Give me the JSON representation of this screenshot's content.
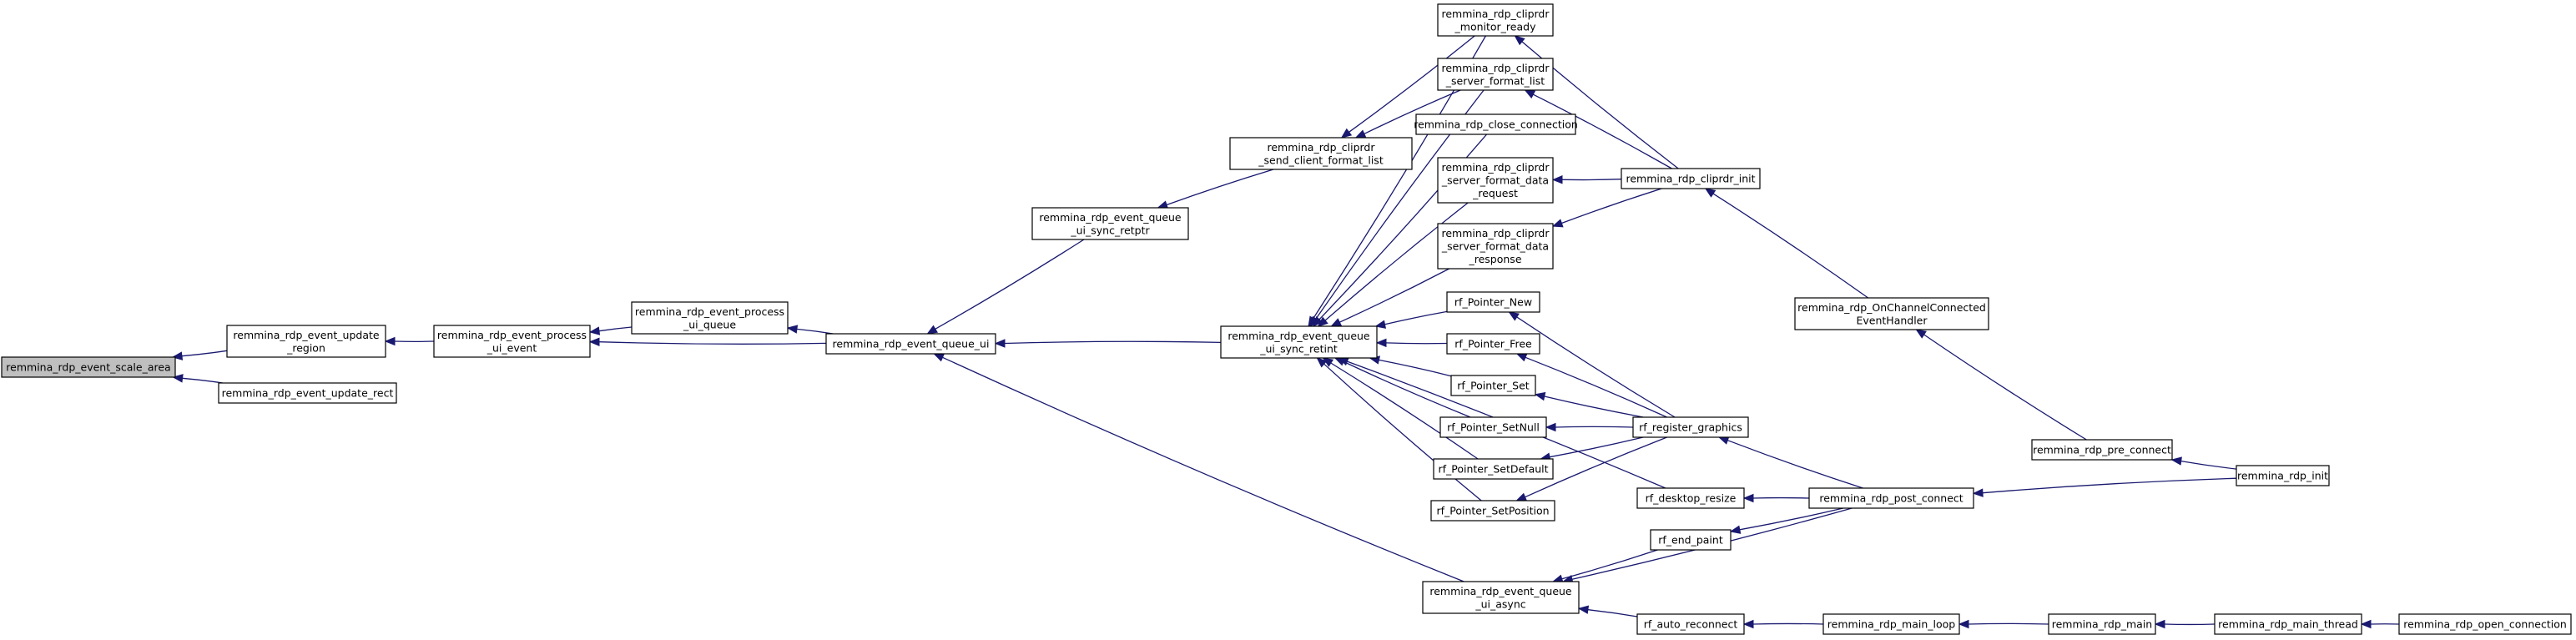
{
  "graph": {
    "colors": {
      "edge": "#191970",
      "node_border": "#000000",
      "node_fill": "#ffffff",
      "root_fill": "#bfbfbf"
    },
    "nodes": {
      "scale_area": {
        "lines": [
          "remmina_rdp_event_scale_area"
        ]
      },
      "update_region": {
        "lines": [
          "remmina_rdp_event_update",
          "_region"
        ]
      },
      "update_rect": {
        "lines": [
          "remmina_rdp_event_update_rect"
        ]
      },
      "process_ui_event": {
        "lines": [
          "remmina_rdp_event_process",
          "_ui_event"
        ]
      },
      "process_ui_queue": {
        "lines": [
          "remmina_rdp_event_process",
          "_ui_queue"
        ]
      },
      "queue_ui": {
        "lines": [
          "remmina_rdp_event_queue_ui"
        ]
      },
      "sync_retptr": {
        "lines": [
          "remmina_rdp_event_queue",
          "_ui_sync_retptr"
        ]
      },
      "send_client_format_list": {
        "lines": [
          "remmina_rdp_cliprdr",
          "_send_client_format_list"
        ]
      },
      "sync_retint": {
        "lines": [
          "remmina_rdp_event_queue",
          "_ui_sync_retint"
        ]
      },
      "queue_ui_async": {
        "lines": [
          "remmina_rdp_event_queue",
          "_ui_async"
        ]
      },
      "monitor_ready": {
        "lines": [
          "remmina_rdp_cliprdr",
          "_monitor_ready"
        ]
      },
      "server_format_list": {
        "lines": [
          "remmina_rdp_cliprdr",
          "_server_format_list"
        ]
      },
      "close_connection": {
        "lines": [
          "remmina_rdp_close_connection"
        ]
      },
      "server_format_data_request": {
        "lines": [
          "remmina_rdp_cliprdr",
          "_server_format_data",
          "_request"
        ]
      },
      "server_format_data_response": {
        "lines": [
          "remmina_rdp_cliprdr",
          "_server_format_data",
          "_response"
        ]
      },
      "pointer_new": {
        "lines": [
          "rf_Pointer_New"
        ]
      },
      "pointer_free": {
        "lines": [
          "rf_Pointer_Free"
        ]
      },
      "pointer_set": {
        "lines": [
          "rf_Pointer_Set"
        ]
      },
      "pointer_setnull": {
        "lines": [
          "rf_Pointer_SetNull"
        ]
      },
      "pointer_setdefault": {
        "lines": [
          "rf_Pointer_SetDefault"
        ]
      },
      "pointer_setposition": {
        "lines": [
          "rf_Pointer_SetPosition"
        ]
      },
      "cliprdr_init": {
        "lines": [
          "remmina_rdp_cliprdr_init"
        ]
      },
      "register_graphics": {
        "lines": [
          "rf_register_graphics"
        ]
      },
      "desktop_resize": {
        "lines": [
          "rf_desktop_resize"
        ]
      },
      "end_paint": {
        "lines": [
          "rf_end_paint"
        ]
      },
      "auto_reconnect": {
        "lines": [
          "rf_auto_reconnect"
        ]
      },
      "onchannel": {
        "lines": [
          "remmina_rdp_OnChannelConnected",
          "EventHandler"
        ]
      },
      "post_connect": {
        "lines": [
          "remmina_rdp_post_connect"
        ]
      },
      "pre_connect": {
        "lines": [
          "remmina_rdp_pre_connect"
        ]
      },
      "rdp_init": {
        "lines": [
          "remmina_rdp_init"
        ]
      },
      "main_loop": {
        "lines": [
          "remmina_rdp_main_loop"
        ]
      },
      "rdp_main": {
        "lines": [
          "remmina_rdp_main"
        ]
      },
      "main_thread": {
        "lines": [
          "remmina_rdp_main_thread"
        ]
      },
      "open_connection": {
        "lines": [
          "remmina_rdp_open_connection"
        ]
      }
    },
    "edges": [
      {
        "from": "scale_area",
        "to": "update_region"
      },
      {
        "from": "scale_area",
        "to": "update_rect"
      },
      {
        "from": "update_region",
        "to": "process_ui_event"
      },
      {
        "from": "process_ui_event",
        "to": "process_ui_queue"
      },
      {
        "from": "process_ui_event",
        "to": "queue_ui"
      },
      {
        "from": "process_ui_queue",
        "to": "queue_ui"
      },
      {
        "from": "queue_ui",
        "to": "sync_retptr"
      },
      {
        "from": "queue_ui",
        "to": "sync_retint"
      },
      {
        "from": "queue_ui",
        "to": "queue_ui_async"
      },
      {
        "from": "sync_retptr",
        "to": "send_client_format_list"
      },
      {
        "from": "send_client_format_list",
        "to": "monitor_ready"
      },
      {
        "from": "send_client_format_list",
        "to": "server_format_list"
      },
      {
        "from": "sync_retint",
        "to": "monitor_ready"
      },
      {
        "from": "sync_retint",
        "to": "server_format_list"
      },
      {
        "from": "sync_retint",
        "to": "close_connection"
      },
      {
        "from": "sync_retint",
        "to": "server_format_data_request"
      },
      {
        "from": "sync_retint",
        "to": "server_format_data_response"
      },
      {
        "from": "sync_retint",
        "to": "pointer_new"
      },
      {
        "from": "sync_retint",
        "to": "pointer_free"
      },
      {
        "from": "sync_retint",
        "to": "pointer_set"
      },
      {
        "from": "sync_retint",
        "to": "pointer_setnull"
      },
      {
        "from": "sync_retint",
        "to": "pointer_setdefault"
      },
      {
        "from": "sync_retint",
        "to": "pointer_setposition"
      },
      {
        "from": "sync_retint",
        "to": "desktop_resize"
      },
      {
        "from": "monitor_ready",
        "to": "cliprdr_init"
      },
      {
        "from": "server_format_list",
        "to": "cliprdr_init"
      },
      {
        "from": "server_format_data_request",
        "to": "cliprdr_init"
      },
      {
        "from": "server_format_data_response",
        "to": "cliprdr_init"
      },
      {
        "from": "pointer_new",
        "to": "register_graphics"
      },
      {
        "from": "pointer_free",
        "to": "register_graphics"
      },
      {
        "from": "pointer_set",
        "to": "register_graphics"
      },
      {
        "from": "pointer_setnull",
        "to": "register_graphics"
      },
      {
        "from": "pointer_setdefault",
        "to": "register_graphics"
      },
      {
        "from": "pointer_setposition",
        "to": "register_graphics"
      },
      {
        "from": "queue_ui_async",
        "to": "end_paint"
      },
      {
        "from": "queue_ui_async",
        "to": "auto_reconnect"
      },
      {
        "from": "queue_ui_async",
        "to": "post_connect"
      },
      {
        "from": "cliprdr_init",
        "to": "onchannel"
      },
      {
        "from": "register_graphics",
        "to": "post_connect"
      },
      {
        "from": "desktop_resize",
        "to": "post_connect"
      },
      {
        "from": "end_paint",
        "to": "post_connect"
      },
      {
        "from": "auto_reconnect",
        "to": "main_loop"
      },
      {
        "from": "onchannel",
        "to": "pre_connect"
      },
      {
        "from": "post_connect",
        "to": "rdp_init"
      },
      {
        "from": "pre_connect",
        "to": "rdp_init"
      },
      {
        "from": "main_loop",
        "to": "rdp_main"
      },
      {
        "from": "rdp_main",
        "to": "main_thread"
      },
      {
        "from": "main_thread",
        "to": "open_connection"
      }
    ]
  }
}
